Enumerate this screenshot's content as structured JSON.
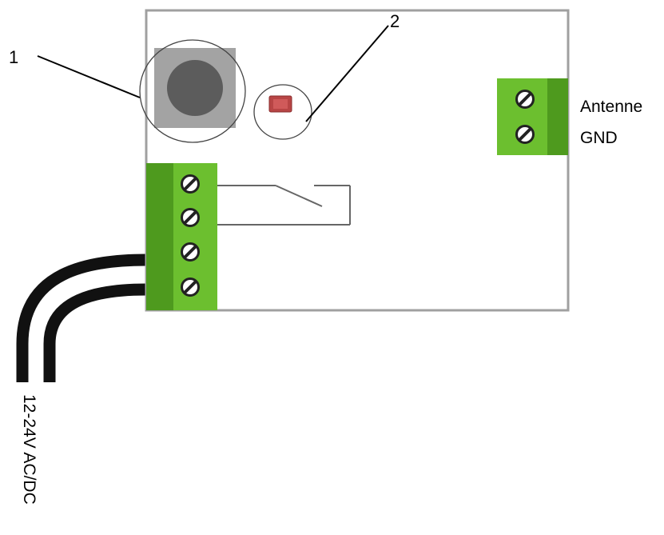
{
  "callouts": {
    "one": "1",
    "two": "2"
  },
  "terminals": {
    "antenna_label": "Antenne",
    "gnd_label": "GND"
  },
  "power": {
    "label": "12-24V AC/DC"
  },
  "colors": {
    "board_border": "#a0a0a0",
    "terminal_green": "#6cbf2f",
    "button_body": "#a3a3a3",
    "button_cap": "#5c5c5c",
    "led": "#b84545",
    "wire": "#111111"
  }
}
